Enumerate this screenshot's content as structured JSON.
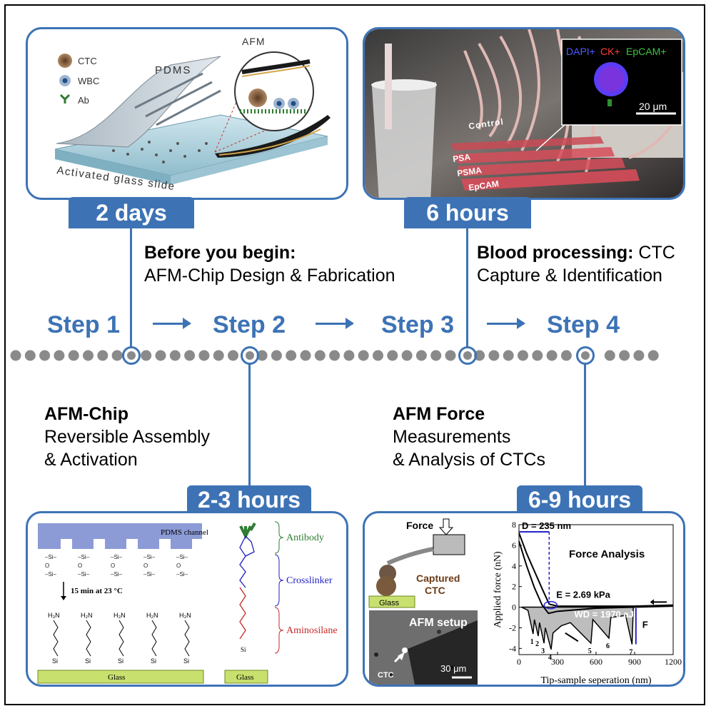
{
  "panel1": {
    "legend": [
      "CTC",
      "WBC",
      "Ab"
    ],
    "pdms": "PDMS",
    "afm": "AFM",
    "slide": "Activated glass slide"
  },
  "panel2": {
    "channels": [
      "Control",
      "PSA",
      "PSMA",
      "EpCAM"
    ],
    "inset_labels": [
      "DAPI+",
      "CK+",
      "EpCAM+"
    ],
    "scale": "20 μm"
  },
  "tags": {
    "t1": "2 days",
    "t2": "6 hours",
    "t3": "2-3 hours",
    "t4": "6-9 hours"
  },
  "steps": [
    "Step 1",
    "Step 2",
    "Step 3",
    "Step 4"
  ],
  "text": {
    "before_bold": "Before you begin:",
    "before_rest": "AFM-Chip Design & Fabrication",
    "blood_bold": "Blood processing:",
    "blood_rest1": "CTC",
    "blood_rest2": "Capture & Identification",
    "chip_bold": "AFM-Chip",
    "chip_l2": "Reversible Assembly",
    "chip_l3": "& Activation",
    "force_bold": "AFM Force",
    "force_l2": "Measurements",
    "force_l3": "& Analysis of CTCs"
  },
  "panel3": {
    "channel": "PDMS channel",
    "condition": "15 min at 23 °C",
    "glass": "Glass",
    "antibody": "Antibody",
    "crosslinker": "Crosslinker",
    "aminosilane": "Aminosilane",
    "colors": {
      "antibody": "#2e7d32",
      "crosslinker": "#1f1fbf",
      "aminosilane": "#c62828"
    }
  },
  "panel4": {
    "force_label": "Force",
    "captured": "Captured",
    "ctc": "CTC",
    "glass": "Glass",
    "afm_setup": "AFM setup",
    "scale": "30 μm",
    "ctc_arrow": "CTC"
  },
  "chart_data": {
    "type": "line",
    "title": "Force Analysis",
    "xlabel": "Tip-sample seperation (nm)",
    "ylabel": "Applied force (nN)",
    "xlim": [
      0,
      1200
    ],
    "ylim": [
      -5,
      8
    ],
    "xticks": [
      "0",
      "300",
      "600",
      "900",
      "1200"
    ],
    "yticks": [
      "8",
      "6",
      "4",
      "2",
      "0",
      "-2",
      "-4"
    ],
    "approach": [
      [
        0,
        7.2
      ],
      [
        60,
        5.2
      ],
      [
        120,
        3.5
      ],
      [
        180,
        1.8
      ],
      [
        235,
        0.3
      ],
      [
        300,
        0.1
      ],
      [
        600,
        0.1
      ],
      [
        900,
        0.1
      ],
      [
        1200,
        0.2
      ]
    ],
    "retract": [
      [
        0,
        6.4
      ],
      [
        60,
        4.0
      ],
      [
        120,
        1.9
      ],
      [
        180,
        0.2
      ],
      [
        230,
        -0.6
      ],
      [
        300,
        -0.4
      ],
      [
        600,
        -0.1
      ],
      [
        900,
        0.0
      ],
      [
        1200,
        0.1
      ]
    ],
    "adhesion": [
      [
        20,
        0.0
      ],
      [
        70,
        -0.3
      ],
      [
        110,
        -2.6
      ],
      [
        120,
        -1.2
      ],
      [
        150,
        -2.8
      ],
      [
        160,
        -1.5
      ],
      [
        195,
        -3.5
      ],
      [
        205,
        -2.0
      ],
      [
        250,
        -4.1
      ],
      [
        265,
        -2.5
      ],
      [
        330,
        -1.8
      ],
      [
        400,
        -1.5
      ],
      [
        560,
        -3.5
      ],
      [
        575,
        -1.2
      ],
      [
        700,
        -3.0
      ],
      [
        715,
        -1.0
      ],
      [
        830,
        -0.8
      ],
      [
        880,
        -3.6
      ],
      [
        890,
        0.0
      ]
    ],
    "peaks": [
      {
        "label": "1",
        "x": 110,
        "y": -2.6
      },
      {
        "label": "2",
        "x": 150,
        "y": -2.8
      },
      {
        "label": "3",
        "x": 195,
        "y": -3.5
      },
      {
        "label": "4",
        "x": 250,
        "y": -4.1
      },
      {
        "label": "5",
        "x": 560,
        "y": -3.5
      },
      {
        "label": "6",
        "x": 700,
        "y": -3.0
      },
      {
        "label": "7",
        "x": 880,
        "y": -3.6
      }
    ],
    "annotations": {
      "D": "D = 235 nm",
      "E": "E = 2.69 kPa",
      "WD": "WD = 1970 aJ",
      "F": "F"
    }
  }
}
